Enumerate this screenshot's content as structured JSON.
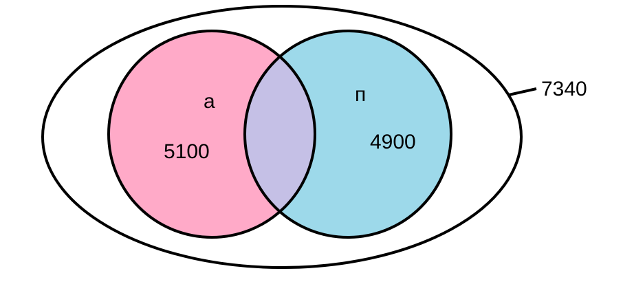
{
  "diagram": {
    "set_a": {
      "letter": "а",
      "count": "5100",
      "color": "#ffaac8"
    },
    "set_b": {
      "letter": "п",
      "count": "4900",
      "color": "#9dd9ea"
    },
    "intersection": {
      "color": "#c5c0e6"
    },
    "universe": {
      "total": "7340",
      "color": "#ffffff"
    },
    "stroke_color": "#000000"
  }
}
